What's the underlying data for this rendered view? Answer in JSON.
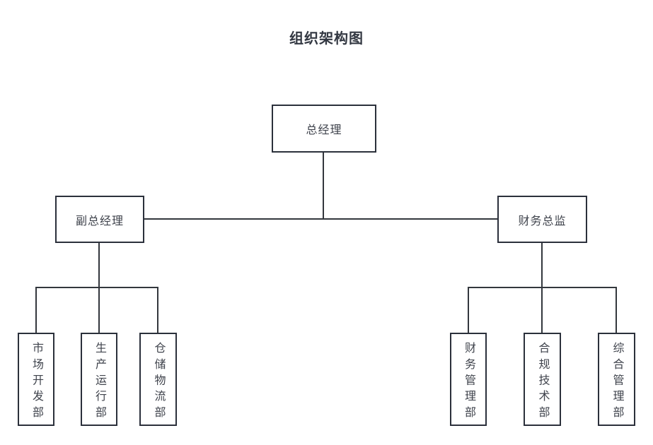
{
  "title": "组织架构图",
  "colors": {
    "background": "#ffffff",
    "box_border": "#2b303b",
    "connector": "#33373d",
    "text": "#3f434c",
    "title_text": "#333842"
  },
  "org": {
    "root": {
      "label": "总经理"
    },
    "managers": [
      {
        "label": "副总经理",
        "departments": [
          {
            "label": "市场开发部"
          },
          {
            "label": "生产运行部"
          },
          {
            "label": "仓储物流部"
          }
        ]
      },
      {
        "label": "财务总监",
        "departments": [
          {
            "label": "财务管理部"
          },
          {
            "label": "合规技术部"
          },
          {
            "label": "综合管理部"
          }
        ]
      }
    ]
  }
}
